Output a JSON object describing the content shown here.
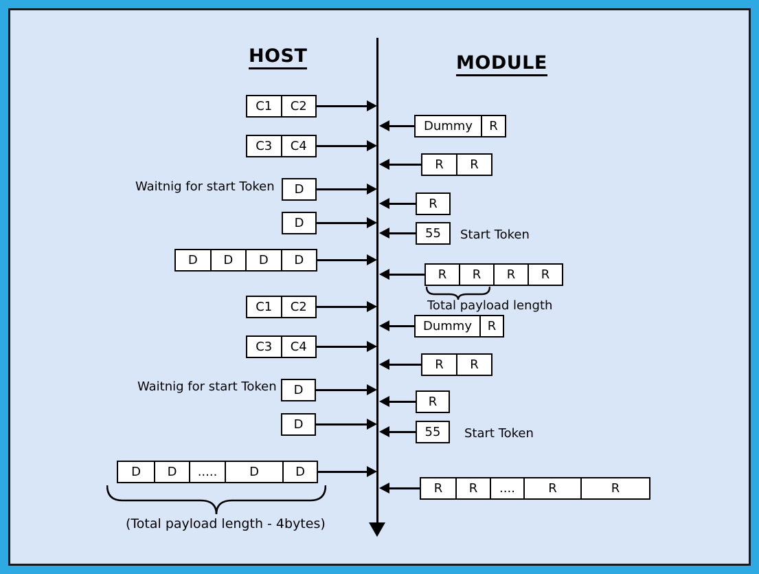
{
  "titles": {
    "host": "HOST",
    "module": "MODULE"
  },
  "labels": {
    "waiting_1": "Waitnig for start Token",
    "waiting_2": "Waitnig for start Token",
    "start_token_1": "Start Token",
    "start_token_2": "Start Token",
    "total_payload": "Total payload length",
    "total_payload_bottom": "(Total payload length - 4bytes)"
  },
  "boxes": {
    "host_cmd_1": [
      "C1",
      "C2"
    ],
    "module_dummy_1": [
      "Dummy",
      "R"
    ],
    "host_cmd_2": [
      "C3",
      "C4"
    ],
    "module_resp_1": [
      "R",
      "R"
    ],
    "host_data_1": [
      "D"
    ],
    "module_resp_2": [
      "R"
    ],
    "host_data_2": [
      "D"
    ],
    "module_start_1": [
      "55"
    ],
    "host_data_block": [
      "D",
      "D",
      "D",
      "D"
    ],
    "module_resp_block": [
      "R",
      "R",
      "R",
      "R"
    ],
    "host_cmd_3": [
      "C1",
      "C2"
    ],
    "module_dummy_2": [
      "Dummy",
      "R"
    ],
    "host_cmd_4": [
      "C3",
      "C4"
    ],
    "module_resp_3": [
      "R",
      "R"
    ],
    "host_data_3": [
      "D"
    ],
    "module_resp_4": [
      "R"
    ],
    "host_data_4": [
      "D"
    ],
    "module_start_2": [
      "55"
    ],
    "host_payload": [
      "D",
      "D",
      ".....",
      "D",
      "D"
    ],
    "module_payload": [
      "R",
      "R",
      "....",
      "R",
      "R"
    ]
  },
  "colors": {
    "frame_blue": "#2FA9E1",
    "frame_dark": "#141B22",
    "canvas_background": "#D9E6F7",
    "box_background": "#FFFFFF",
    "line_color": "#000000"
  }
}
